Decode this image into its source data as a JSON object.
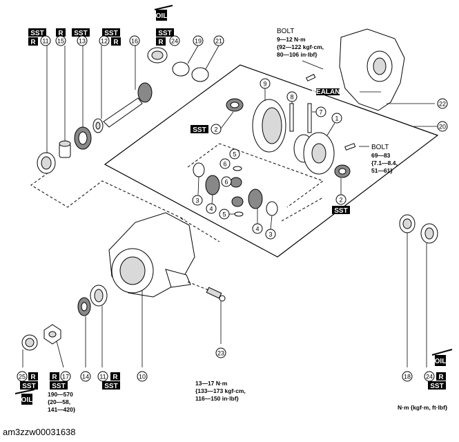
{
  "labels": {
    "sst": "SST",
    "r": "R",
    "oil": "OIL",
    "sealant": "SEALANT",
    "bolt": "BOLT"
  },
  "specs": {
    "bolt_top": [
      "9—12 N·m",
      "{92—122 kgf·cm,",
      "80—106 in·lbf}"
    ],
    "bolt_right": [
      "69—83",
      "{7.1—8.4,",
      "51—61}"
    ],
    "item23": [
      "13—17 N·m",
      "{133—173 kgf·cm,",
      "116—150 in·lbf}"
    ],
    "item17": [
      "190—570",
      "{20—58,",
      "141—420}"
    ]
  },
  "units_note": "N·m {kgf·m, ft·lbf}",
  "image_code": "am3zzw00031638",
  "part_numbers": [
    "1",
    "2",
    "3",
    "4",
    "5",
    "6",
    "7",
    "8",
    "9",
    "10",
    "11",
    "12",
    "13",
    "14",
    "15",
    "16",
    "17",
    "18",
    "19",
    "20",
    "21",
    "22",
    "23",
    "24",
    "25"
  ]
}
